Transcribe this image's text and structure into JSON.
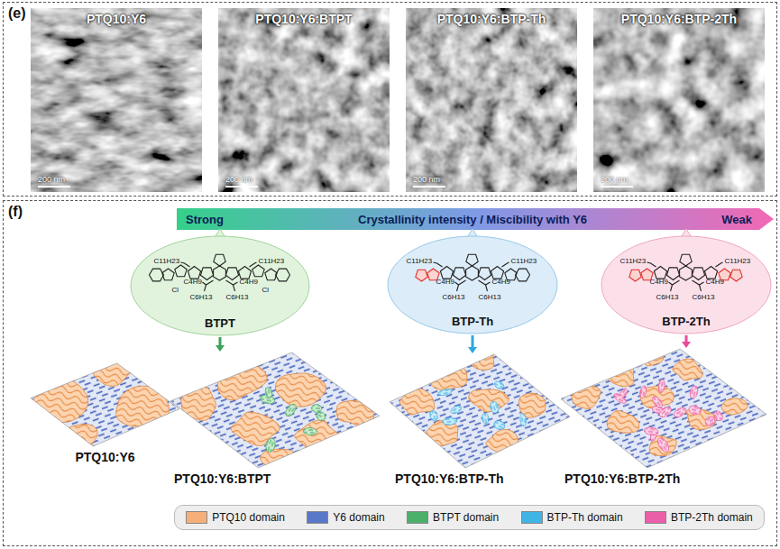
{
  "diagram": {
    "nodes": [
      {
        "text": [
          "(e)"
        ]
      },
      {
        "text": [
          "PTQ10:Y6",
          "200 nm"
        ],
        "in": 0
      },
      {
        "text": [
          "PTQ10:Y6:BTPT",
          "200 nm"
        ],
        "in": 0
      },
      {
        "text": [
          "PTQ10:Y6:BTP-Th",
          "200 nm"
        ],
        "in": 0
      },
      {
        "text": [
          "PTQ10:Y6:BTP-2Th",
          "200 nm"
        ],
        "in": 0
      },
      {
        "text": [
          "(f)"
        ]
      },
      {
        "text": [
          "Strong",
          "Crystallinity intensity / Miscibility with Y6",
          "Weak"
        ],
        "in": 5
      },
      {
        "text": [
          "BTPT"
        ],
        "in": 5
      },
      {
        "text": [
          "BTP-Th"
        ],
        "in": 5
      },
      {
        "text": [
          "BTP-2Th"
        ],
        "in": 5
      },
      {
        "text": [
          "PTQ10:Y6"
        ],
        "in": 5
      },
      {
        "text": [
          "PTQ10:Y6:BTPT"
        ],
        "in": 5
      },
      {
        "text": [
          "PTQ10:Y6:BTP-Th"
        ],
        "in": 5
      },
      {
        "text": [
          "PTQ10:Y6:BTP-2Th"
        ],
        "in": 5
      }
    ],
    "edges": [
      {
        "from": 7,
        "to": 11,
        "arrow": "to"
      },
      {
        "from": 8,
        "to": 12,
        "arrow": "to"
      },
      {
        "from": 9,
        "to": 13,
        "arrow": "to"
      }
    ],
    "labels": [
      "C11H23",
      "C11H23",
      "C4H9",
      "C4H9",
      "C6H13",
      "C6H13",
      "Cl",
      "Cl",
      "C11H23",
      "C11H23",
      "C4H9",
      "C4H9",
      "C6H13",
      "C6H13",
      "C11H23",
      "C11H23",
      "C4H9",
      "C4H9",
      "C6H13",
      "C6H13"
    ],
    "legend": [
      {
        "text": "PTQ10 domain",
        "color": "#f5b07a"
      },
      {
        "text": "Y6 domain",
        "color": "#5a78c8"
      },
      {
        "text": "BTPT domain",
        "color": "#4caf6a"
      },
      {
        "text": "BTP-Th domain",
        "color": "#3fb4e5"
      },
      {
        "text": "BTP-2Th domain",
        "color": "#ea5fa8"
      }
    ]
  }
}
